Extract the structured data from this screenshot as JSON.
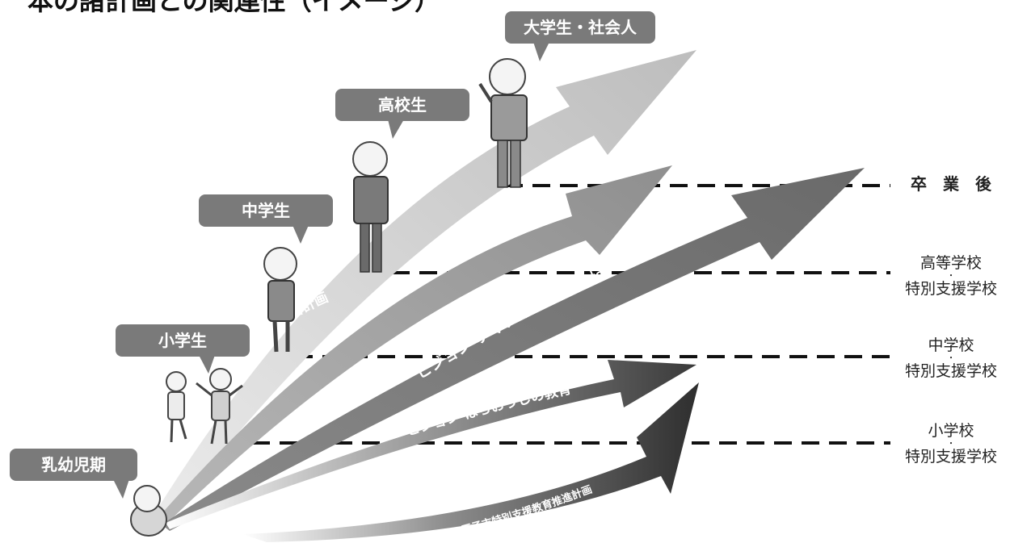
{
  "title": "本の諸計画との関連性（イメージ）",
  "stage_bubbles": {
    "infant": "乳幼児期",
    "elementary": "小学生",
    "junior_high": "中学生",
    "high_school": "高校生",
    "adult": "大学生・社会人"
  },
  "plans": {
    "disability_plan": "八王子市障害者計画",
    "vision_sukusuku": "ビジョン すくすく てくてく はちおうじ",
    "vision_education": "ビジョン はちおうじの教育",
    "special_support_plan": "八王子市特別支援教育推進計画"
  },
  "levels": {
    "after_graduation": "卒　業　後",
    "high_school": {
      "line1": "高等学校",
      "dot": "・",
      "line2": "特別支援学校"
    },
    "junior_high": {
      "line1": "中学校",
      "dot": "・",
      "line2": "特別支援学校"
    },
    "elementary": {
      "line1": "小学校",
      "dot": "・",
      "line2": "特別支援学校"
    }
  },
  "colors": {
    "bubble": "#7a7a7a",
    "arrow_light": "#c8c8c8",
    "arrow_mid": "#9a9a9a",
    "arrow_dark": "#6e6e6e",
    "arrow_darkest": "#3c3c3c",
    "dash": "#111111"
  }
}
